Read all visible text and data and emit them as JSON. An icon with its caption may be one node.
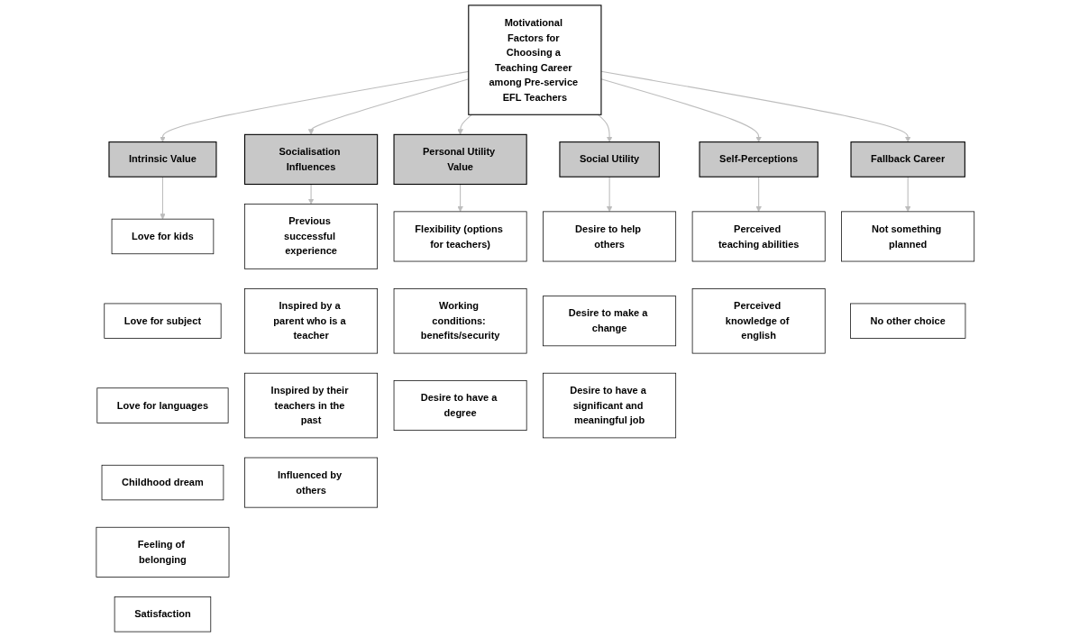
{
  "diagram": {
    "nodes": [
      {
        "text": [
          "Motivational Factors for Choosing a Teaching Career among Pre-service EFL Teachers"
        ]
      },
      {
        "text": [
          "Intrinsic Value"
        ]
      },
      {
        "text": [
          "Socialisation Influences"
        ]
      },
      {
        "text": [
          "Personal Utility Value"
        ]
      },
      {
        "text": [
          "Social Utility"
        ]
      },
      {
        "text": [
          "Self-Perceptions"
        ]
      },
      {
        "text": [
          "Fallback Career"
        ]
      },
      {
        "text": [
          "Love for kids"
        ]
      },
      {
        "text": [
          "Love for subject"
        ]
      },
      {
        "text": [
          "Love for languages"
        ]
      },
      {
        "text": [
          "Childhood dream"
        ]
      },
      {
        "text": [
          "Feeling of belonging"
        ]
      },
      {
        "text": [
          "Satisfaction"
        ]
      },
      {
        "text": [
          "Previous successful experience"
        ]
      },
      {
        "text": [
          "Inspired by a parent who is a teacher"
        ]
      },
      {
        "text": [
          "Inspired by their teachers in the past"
        ]
      },
      {
        "text": [
          "Influenced by others"
        ]
      },
      {
        "text": [
          "Flexibility (options for teachers)"
        ]
      },
      {
        "text": [
          "Working conditions: benefits/security"
        ]
      },
      {
        "text": [
          "Desire to have a degree"
        ]
      },
      {
        "text": [
          "Desire to help others"
        ]
      },
      {
        "text": [
          "Desire to make a change"
        ]
      },
      {
        "text": [
          "Desire to have a significant and meaningful job"
        ]
      },
      {
        "text": [
          "Perceived teaching abilities"
        ]
      },
      {
        "text": [
          "Perceived knowledge of english"
        ]
      },
      {
        "text": [
          "Not something planned"
        ]
      },
      {
        "text": [
          "No other choice"
        ]
      }
    ],
    "edges": [
      {
        "from": 0,
        "to": 1,
        "arrow": "to"
      },
      {
        "from": 0,
        "to": 2,
        "arrow": "to"
      },
      {
        "from": 0,
        "to": 3,
        "arrow": "to"
      },
      {
        "from": 0,
        "to": 4,
        "arrow": "to"
      },
      {
        "from": 0,
        "to": 5,
        "arrow": "to"
      },
      {
        "from": 0,
        "to": 6,
        "arrow": "to"
      },
      {
        "from": 1,
        "to": 7,
        "arrow": "to"
      },
      {
        "from": 2,
        "to": 13,
        "arrow": "to"
      },
      {
        "from": 3,
        "to": 17,
        "arrow": "to"
      },
      {
        "from": 4,
        "to": 20,
        "arrow": "to"
      },
      {
        "from": 5,
        "to": 23,
        "arrow": "to"
      },
      {
        "from": 6,
        "to": 25,
        "arrow": "to"
      }
    ]
  }
}
